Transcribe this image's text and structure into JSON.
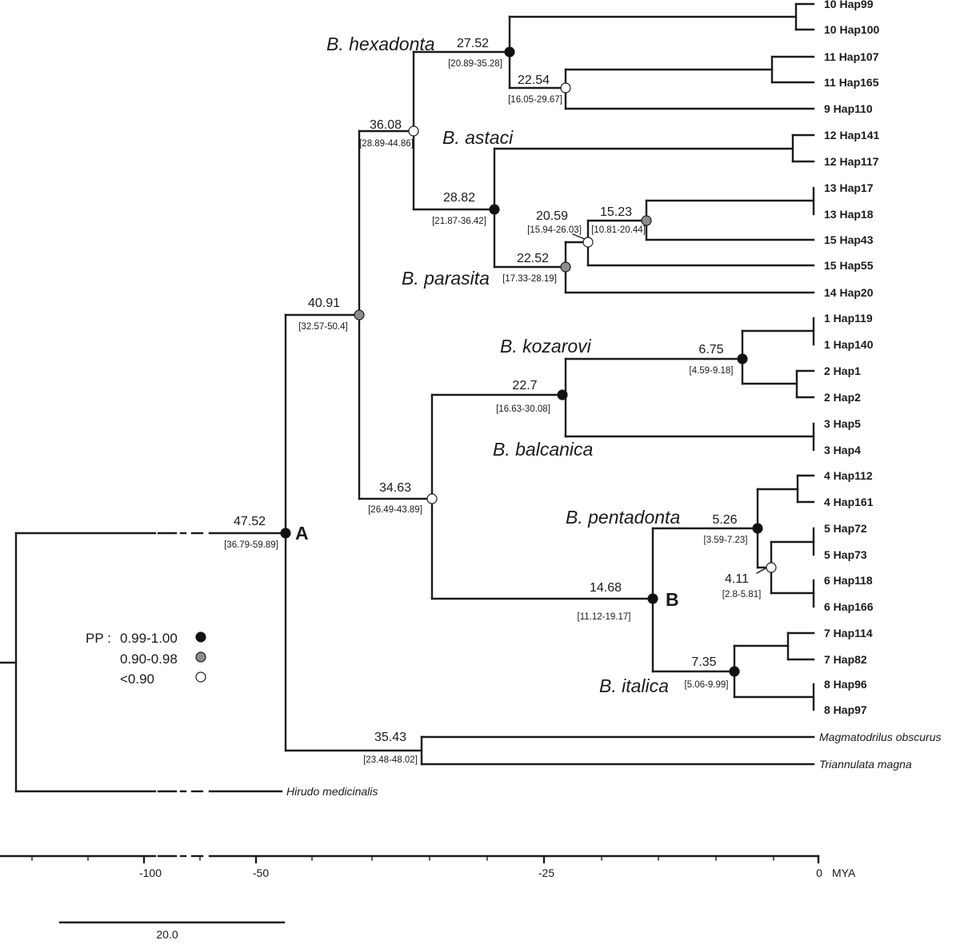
{
  "tips": [
    "10 Hap99",
    "10 Hap100",
    "11 Hap107",
    "11 Hap165",
    "9 Hap110",
    "12 Hap141",
    "12 Hap117",
    "13 Hap17",
    "13 Hap18",
    "15 Hap43",
    "15 Hap55",
    "14 Hap20",
    "1 Hap119",
    "1 Hap140",
    "2 Hap1",
    "2 Hap2",
    "3 Hap5",
    "3 Hap4",
    "4 Hap112",
    "4 Hap161",
    "5 Hap72",
    "5 Hap73",
    "6 Hap118",
    "6 Hap166",
    "7 Hap114",
    "7 Hap82",
    "8 Hap96",
    "8 Hap97"
  ],
  "outgroups": [
    "Magmatodrilus obscurus",
    "Triannulata magna",
    "Hirudo medicinalis"
  ],
  "clades": [
    "B. hexadonta",
    "B. astaci",
    "B. parasita",
    "B. kozarovi",
    "B. balcanica",
    "B. pentadonta",
    "B. italica"
  ],
  "nodes": [
    {
      "age": "47.52",
      "hpd": "[36.79-59.89]",
      "support": "high"
    },
    {
      "age": "40.91",
      "hpd": "[32.57-50.4]",
      "support": "medium"
    },
    {
      "age": "36.08",
      "hpd": "[28.89-44.86]",
      "support": "low"
    },
    {
      "age": "27.52",
      "hpd": "[20.89-35.28]",
      "support": "high"
    },
    {
      "age": "22.54",
      "hpd": "[16.05-29.67]",
      "support": "low"
    },
    {
      "age": "28.82",
      "hpd": "[21.87-36.42]",
      "support": "high"
    },
    {
      "age": "22.52",
      "hpd": "[17.33-28.19]",
      "support": "medium"
    },
    {
      "age": "20.59",
      "hpd": "[15.94-26.03]",
      "support": "low"
    },
    {
      "age": "15.23",
      "hpd": "[10.81-20.44]",
      "support": "medium"
    },
    {
      "age": "34.63",
      "hpd": "[26.49-43.89]",
      "support": "low"
    },
    {
      "age": "22.7",
      "hpd": "[16.63-30.08]",
      "support": "high"
    },
    {
      "age": "6.75",
      "hpd": "[4.59-9.18]",
      "support": "high"
    },
    {
      "age": "14.68",
      "hpd": "[11.12-19.17]",
      "support": "high"
    },
    {
      "age": "5.26",
      "hpd": "[3.59-7.23]",
      "support": "high"
    },
    {
      "age": "4.11",
      "hpd": "[2.8-5.81]",
      "support": "low"
    },
    {
      "age": "7.35",
      "hpd": "[5.06-9.99]",
      "support": "high"
    },
    {
      "age": "35.43",
      "hpd": "[23.48-48.02]",
      "support": null
    }
  ],
  "node_markers": [
    "A",
    "B"
  ],
  "legend": {
    "title": "PP :",
    "items": [
      {
        "label": "0.99-1.00",
        "color": "#111111"
      },
      {
        "label": "0.90-0.98",
        "color": "#8c8c8c"
      },
      {
        "label": "<0.90",
        "color": "#ffffff"
      }
    ]
  },
  "axis": {
    "ticks": [
      "-100",
      "-50",
      "-25",
      "0"
    ],
    "unit": "MYA"
  },
  "scale_bar": {
    "label": "20.0"
  },
  "colors": {
    "high": "#111111",
    "medium": "#8c8c8c",
    "low": "#ffffff",
    "line": "#1a1a1a"
  }
}
